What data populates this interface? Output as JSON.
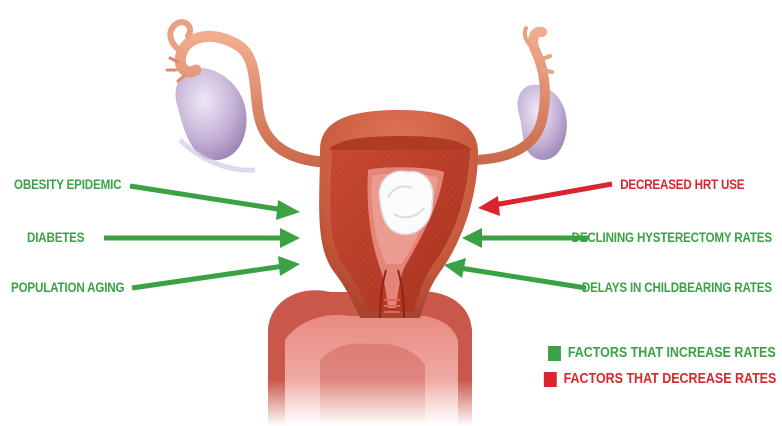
{
  "colors": {
    "increase": "#3aa244",
    "decrease": "#d9252b"
  },
  "left_factors": [
    {
      "label": "OBESITY EPIDEMIC",
      "type": "increase"
    },
    {
      "label": "DIABETES",
      "type": "increase"
    },
    {
      "label": "POPULATION AGING",
      "type": "increase"
    }
  ],
  "right_factors": [
    {
      "label": "DECREASED HRT USE",
      "type": "decrease"
    },
    {
      "label": "DECLINING HYSTERECTOMY RATES",
      "type": "increase"
    },
    {
      "label": "DELAYS IN CHILDBEARING RATES",
      "type": "increase"
    }
  ],
  "legend": [
    {
      "label": "FACTORS THAT INCREASE RATES",
      "type": "increase"
    },
    {
      "label": "FACTORS THAT DECREASE RATES",
      "type": "decrease"
    }
  ]
}
